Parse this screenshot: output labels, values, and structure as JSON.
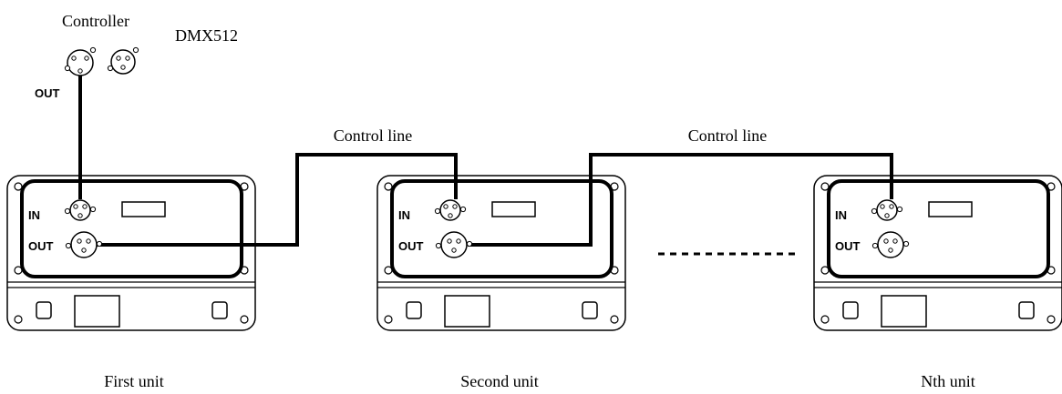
{
  "diagram": {
    "controller_label": "Controller",
    "protocol_label": "DMX512",
    "controller_out_label": "OUT",
    "control_line_labels": [
      "Control line",
      "Control line"
    ],
    "units": [
      {
        "name": "First unit",
        "in_label": "IN",
        "out_label": "OUT"
      },
      {
        "name": "Second unit",
        "in_label": "IN",
        "out_label": "OUT"
      },
      {
        "name": "Nth unit",
        "in_label": "IN",
        "out_label": "OUT"
      }
    ]
  }
}
